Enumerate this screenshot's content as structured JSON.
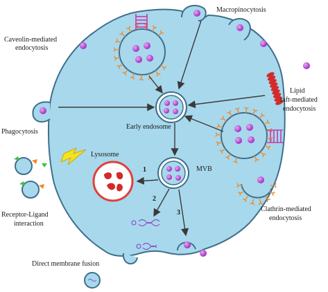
{
  "labels": {
    "macropinocytosis": "Macropinocytosis",
    "caveolin_line1": "Caveolin-mediated",
    "caveolin_line2": "endocytosis",
    "lipid_line1": "Lipid",
    "lipid_line2": "raft-mediated",
    "lipid_line3": "endocytosis",
    "early_endosome": "Early endosome",
    "phagocytosis": "Phagocytosis",
    "lysosome": "Lysosome",
    "mvb": "MVB",
    "receptor_line1": "Receptor-Ligand",
    "receptor_line2": "interaction",
    "clathrin_line1": "Clathrin-mediated",
    "clathrin_line2": "endocytosis",
    "direct_fusion": "Direct membrane fusion"
  },
  "pathway_numbers": [
    "1",
    "2",
    "3"
  ],
  "colors": {
    "cell_fill": "#a8d8ec",
    "cell_stroke": "#3d6f8c",
    "particle": "#b238d6",
    "lysosome_ring": "#e0403a",
    "lysosome_fill": "#ffffff",
    "clathrin_coat": "#e8913a",
    "lipid_raft": "#d42a2a",
    "caveolin_coil": "#c63aa8",
    "arrow": "#3a3a3a",
    "receptor_green": "#3cc23c",
    "receptor_orange": "#f08a1e",
    "lightning": "#f5e21e"
  }
}
